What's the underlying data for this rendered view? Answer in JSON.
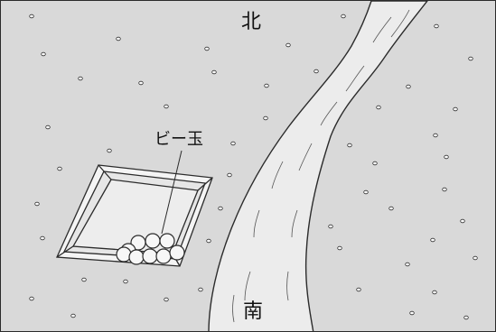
{
  "labels": {
    "north": "北",
    "south": "南",
    "marbles": "ビー玉"
  },
  "colors": {
    "ground": "#d9d9d9",
    "river": "#ececec",
    "outline": "#2b2b2b",
    "tray": "#f4f4f4",
    "marble": "#f7f7f7"
  },
  "elements": {
    "ground": "gravel-ground",
    "river": "river-flowing-north-to-south",
    "tray": "square-tray",
    "marbles": "nine-marbles-in-tray"
  }
}
